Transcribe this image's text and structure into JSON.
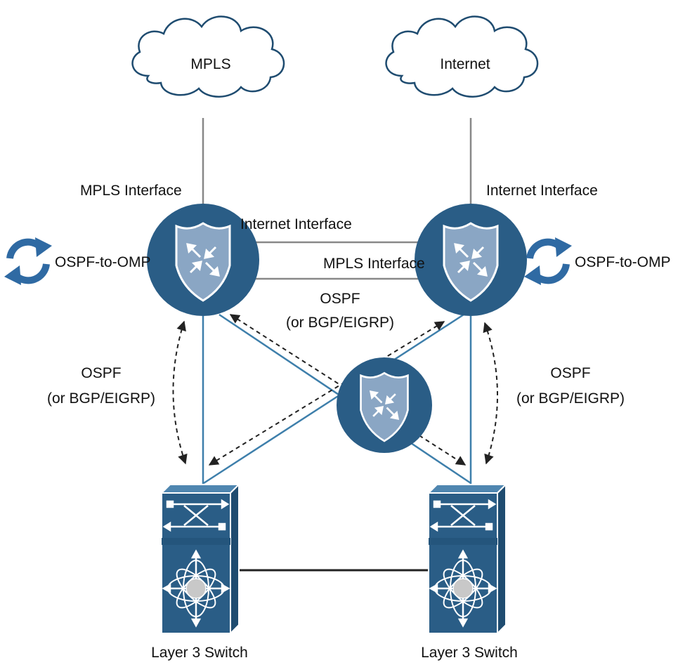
{
  "diagram": {
    "clouds": {
      "mpls": {
        "label": "MPLS"
      },
      "internet": {
        "label": "Internet"
      }
    },
    "interfaces": {
      "left_top": "MPLS Interface",
      "right_top": "Internet Interface",
      "center_upper": "Internet Interface",
      "center_lower": "MPLS Interface"
    },
    "redistribution": {
      "left": "OSPF-to-OMP",
      "right": "OSPF-to-OMP"
    },
    "protocols": {
      "center_line1": "OSPF",
      "center_line2": "(or BGP/EIGRP)",
      "left_line1": "OSPF",
      "left_line2": "(or BGP/EIGRP)",
      "right_line1": "OSPF",
      "right_line2": "(or BGP/EIGRP)"
    },
    "switches": {
      "left": "Layer 3 Switch",
      "right": "Layer 3 Switch"
    },
    "colors": {
      "router_fill": "#2a5d86",
      "shield_fill": "#8aa6c4",
      "switch_fill": "#2a5d86",
      "link_blue": "#3e7fab",
      "link_gray": "#888888",
      "link_dark": "#222222",
      "refresh_icon": "#2f6aa3"
    }
  }
}
